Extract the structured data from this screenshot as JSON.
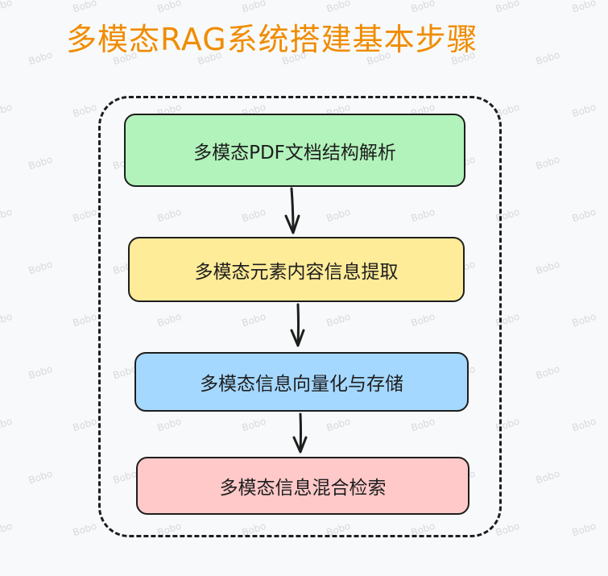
{
  "title": "多模态RAG系统搭建基本步骤",
  "steps": [
    {
      "label": "多模态PDF文档结构解析",
      "color": "#b2f2bb"
    },
    {
      "label": "多模态元素内容信息提取",
      "color": "#ffec99"
    },
    {
      "label": "多模态信息向量化与存储",
      "color": "#a5d8ff"
    },
    {
      "label": "多模态信息混合检索",
      "color": "#ffc9c9"
    }
  ],
  "watermark_text": "Bobo",
  "colors": {
    "title": "#f08c00",
    "stroke": "#1e1e1e",
    "background": "#f8f9fa"
  }
}
